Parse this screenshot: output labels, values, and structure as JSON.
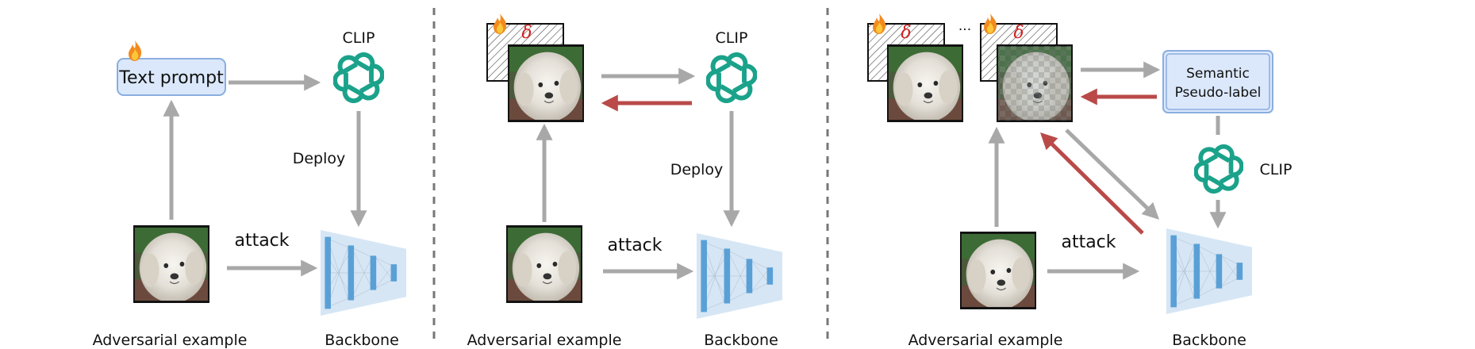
{
  "colors": {
    "arrow_gray": "#a8a8a8",
    "arrow_red": "#b94a48",
    "prompt_box_fill": "#dbe8fb",
    "prompt_box_stroke": "#8aaee0",
    "clip_green": "#1ba28a",
    "backbone_bg": "#d6e6f5",
    "backbone_layer": "#5aa0d6",
    "flame_orange": "#f28a1e",
    "delta_red": "#d42020"
  },
  "panel1": {
    "text_prompt": "Text prompt",
    "clip_label": "CLIP",
    "deploy_label": "Deploy",
    "attack_label": "attack",
    "image_caption": "Adversarial example",
    "backbone_caption": "Backbone"
  },
  "panel2": {
    "delta_symbol": "δ",
    "clip_label": "CLIP",
    "deploy_label": "Deploy",
    "attack_label": "attack",
    "image_caption": "Adversarial example",
    "backbone_caption": "Backbone"
  },
  "panel3": {
    "delta_symbol": "δ",
    "ellipsis": "...",
    "pseudo_label_line1": "Semantic",
    "pseudo_label_line2": "Pseudo-label",
    "clip_label": "CLIP",
    "attack_label": "attack",
    "image_caption": "Adversarial example",
    "backbone_caption": "Backbone"
  }
}
